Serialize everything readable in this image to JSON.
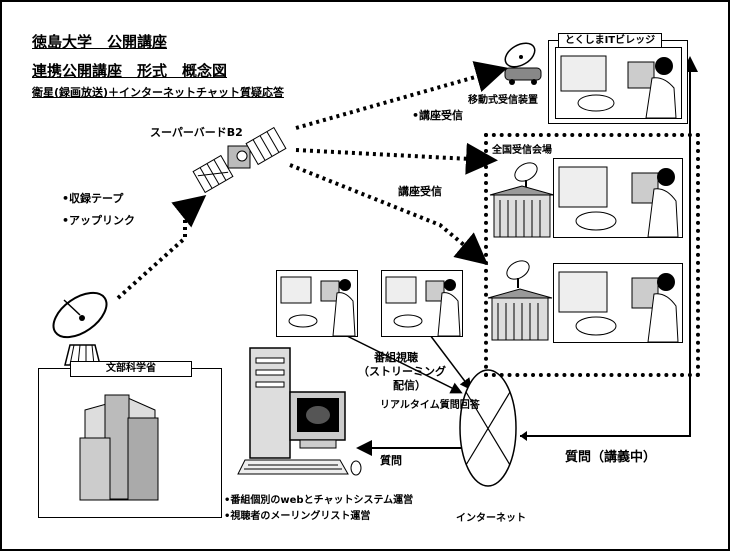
{
  "header": {
    "title": "徳島大学　公開講座",
    "subtitle": "連携公開講座　形式　概念図",
    "description": "衛星(録画放送)＋インターネットチャット質疑応答"
  },
  "satellite": {
    "label": "スーパーバードB2"
  },
  "uplink": {
    "items": [
      "•収録テープ",
      "•アップリンク"
    ]
  },
  "ministry": {
    "label": "文部科学省"
  },
  "receivers": {
    "village_label": "とくしまITビレッジ",
    "mobile_label": "移動式受信装置",
    "reception_top": "•講座受信",
    "national_label": "全国受信会場",
    "reception_mid": "講座受信"
  },
  "streaming": {
    "line1": "番組視聴",
    "line2": "（ストリーミング",
    "line3": "配信）",
    "realtime": "リアルタイム質問回答"
  },
  "flows": {
    "question": "質問",
    "question_during": "質問（講義中）"
  },
  "internet": {
    "label": "インターネット"
  },
  "server_notes": [
    "•番組個別のwebとチャットシステム運営",
    "•視聴者のメーリングリスト運営"
  ]
}
